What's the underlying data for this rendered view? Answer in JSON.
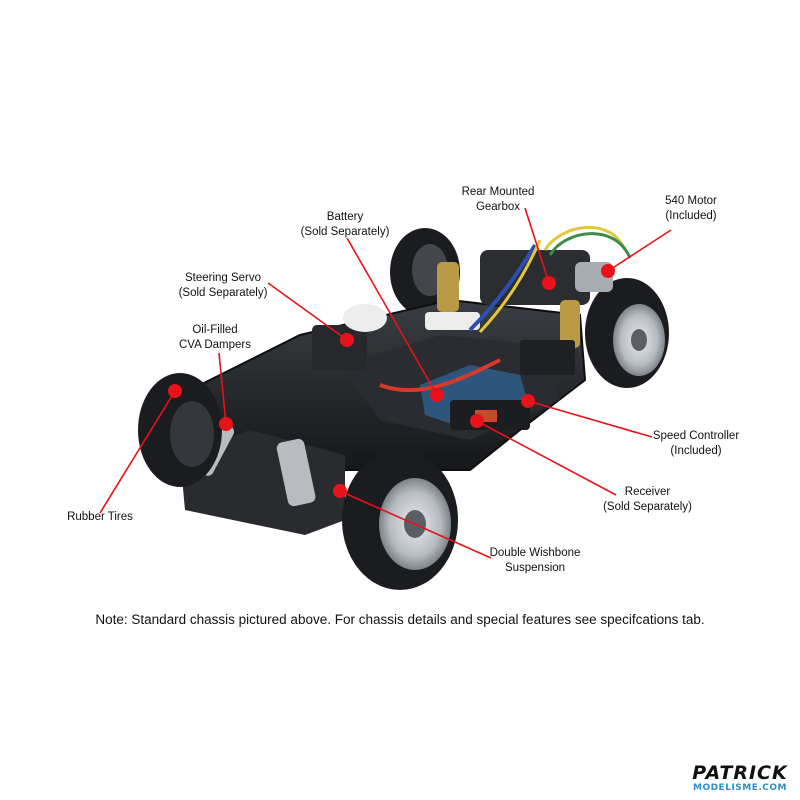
{
  "callouts": {
    "rear_gearbox": [
      "Rear Mounted",
      "Gearbox"
    ],
    "motor": [
      "540 Motor",
      "(Included)"
    ],
    "battery": [
      "Battery",
      "(Sold Separately)"
    ],
    "steering_servo": [
      "Steering Servo",
      "(Sold Separately)"
    ],
    "dampers": [
      "Oil-Filled",
      "CVA Dampers"
    ],
    "speed_controller": [
      "Speed Controller",
      "(Included)"
    ],
    "receiver": [
      "Receiver",
      "(Sold Separately)"
    ],
    "rubber_tires": [
      "Rubber Tires"
    ],
    "suspension": [
      "Double Wishbone",
      "Suspension"
    ]
  },
  "note": "Note: Standard chassis pictured above. For chassis details and special features see specifcations tab.",
  "logo": {
    "line1": "PATRICK",
    "line2": "MODELISME.COM"
  },
  "colors": {
    "callout": "#e8121b",
    "accent_blue": "#2e8fc7",
    "chassis": "#1d1f23"
  }
}
